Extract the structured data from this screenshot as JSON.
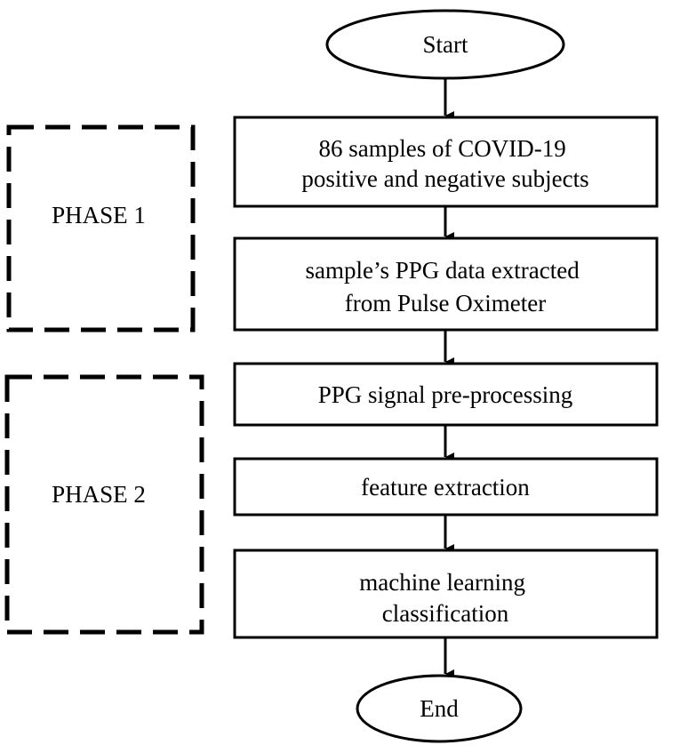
{
  "flowchart": {
    "start_label": "Start",
    "end_label": "End",
    "steps": [
      {
        "lines": [
          "86 samples of COVID-19",
          "positive and negative subjects"
        ]
      },
      {
        "lines": [
          "sample’s PPG data extracted",
          "from Pulse Oximeter"
        ]
      },
      {
        "lines": [
          "PPG signal pre-processing"
        ]
      },
      {
        "lines": [
          "feature extraction"
        ]
      },
      {
        "lines": [
          "machine learning",
          "classification"
        ]
      }
    ]
  },
  "phases": [
    {
      "label": "PHASE 1"
    },
    {
      "label": "PHASE 2"
    }
  ]
}
